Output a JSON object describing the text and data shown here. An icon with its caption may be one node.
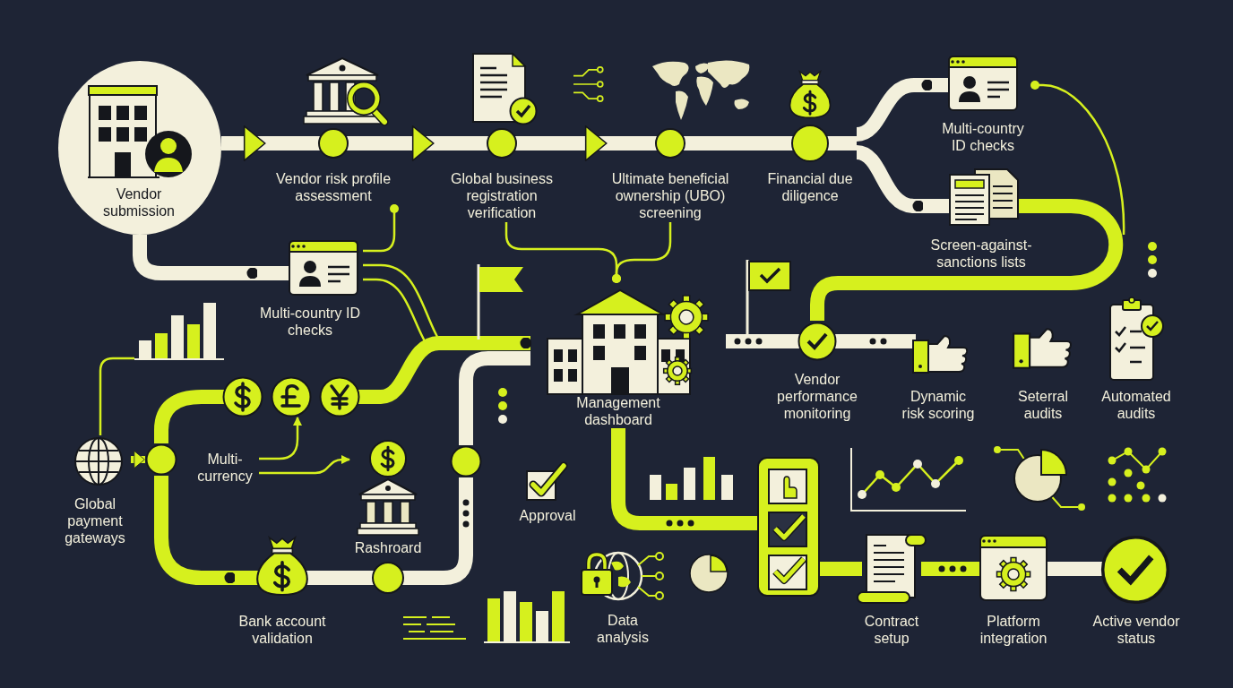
{
  "diagram": {
    "nodes": [
      {
        "text": [
          "Vendor submission"
        ]
      },
      {
        "text": [
          "Vendor risk profile assessment"
        ]
      },
      {
        "text": [
          "Global business registration verification"
        ]
      },
      {
        "text": [
          "Ultimate beneficial ownership (UBO) screening"
        ]
      },
      {
        "text": [
          "Financial due diligence"
        ]
      },
      {
        "text": [
          "Multi-country ID checks"
        ]
      },
      {
        "text": [
          "Screen-against-sanctions lists"
        ]
      },
      {
        "text": [
          "Multi-country ID checks"
        ]
      },
      {
        "text": [],
        "shape": "picture"
      },
      {
        "text": [
          "Management dashboard"
        ]
      },
      {
        "text": [
          "Vendor performance monitoring"
        ]
      },
      {
        "text": [
          "Dynamic risk scoring"
        ]
      },
      {
        "text": [
          "Seterral audits"
        ]
      },
      {
        "text": [
          "Automated audits"
        ]
      },
      {
        "text": [],
        "shape": "picture"
      },
      {
        "text": [
          "Global payment gateways"
        ]
      },
      {
        "text": [],
        "shape": "circle"
      },
      {
        "text": [
          "Multi-currency"
        ]
      },
      {
        "text": [
          "Rashroard"
        ]
      },
      {
        "text": [],
        "shape": "circle"
      },
      {
        "text": [
          "Approval"
        ]
      },
      {
        "text": [],
        "shape": "picture"
      },
      {
        "text": [
          "Bank account validation"
        ]
      },
      {
        "text": [
          "Data analysis"
        ]
      },
      {
        "text": [
          "Contract setup"
        ]
      },
      {
        "text": [
          "Platform integration"
        ]
      },
      {
        "text": [
          "Active vendor status"
        ]
      }
    ],
    "edges": [
      {
        "from": 0,
        "to": 1,
        "arrow": "to",
        "color": "#f3f0dc"
      },
      {
        "from": 1,
        "to": 2,
        "arrow": "to",
        "color": "#f3f0dc"
      },
      {
        "from": 2,
        "to": 3,
        "arrow": "to",
        "color": "#f3f0dc"
      },
      {
        "from": 3,
        "to": 4,
        "arrow": "none",
        "color": "#f3f0dc"
      },
      {
        "from": 4,
        "to": 5,
        "arrow": "other",
        "color": "#f3f0dc"
      },
      {
        "from": 4,
        "to": 6,
        "arrow": "other",
        "color": "#f3f0dc"
      },
      {
        "from": 6,
        "to": 10,
        "arrow": "none"
      },
      {
        "from": null,
        "to": 5,
        "arrow": "other"
      },
      {
        "from": null,
        "to": 10,
        "arrow": "none",
        "color": "#f3f0dc"
      },
      {
        "from": 10,
        "to": 11,
        "arrow": "none",
        "color": "#f3f0dc"
      },
      {
        "from": 0,
        "to": 7,
        "arrow": "other",
        "color": "#f3f0dc"
      },
      {
        "from": 7,
        "to": 1,
        "arrow": "other"
      },
      {
        "from": 7,
        "to": null,
        "arrow": "none"
      },
      {
        "from": 7,
        "to": null,
        "arrow": "none"
      },
      {
        "from": 2,
        "to": 9,
        "arrow": "other"
      },
      {
        "from": 3,
        "to": 9,
        "arrow": "other"
      },
      {
        "from": 15,
        "to": 8,
        "arrow": "none"
      },
      {
        "from": 14,
        "to": 9,
        "arrow": "other"
      },
      {
        "from": 14,
        "to": 16,
        "arrow": "none"
      },
      {
        "from": 16,
        "to": 22,
        "arrow": "other"
      },
      {
        "from": 15,
        "to": 16,
        "arrow": "to"
      },
      {
        "from": 17,
        "to": 14,
        "arrow": "to"
      },
      {
        "from": 17,
        "to": 18,
        "arrow": "to"
      },
      {
        "from": 22,
        "to": 18,
        "arrow": "none",
        "color": "#f3f0dc"
      },
      {
        "from": 18,
        "to": 19,
        "arrow": "none",
        "color": "#f3f0dc"
      },
      {
        "from": 19,
        "to": 9,
        "arrow": "none",
        "color": "#f3f0dc"
      },
      {
        "from": 9,
        "to": 21,
        "arrow": "none"
      },
      {
        "from": 21,
        "to": 24,
        "arrow": "none"
      },
      {
        "from": 24,
        "to": 25,
        "arrow": "none"
      },
      {
        "from": 25,
        "to": 26,
        "arrow": "none",
        "color": "#f3f0dc"
      }
    ]
  }
}
